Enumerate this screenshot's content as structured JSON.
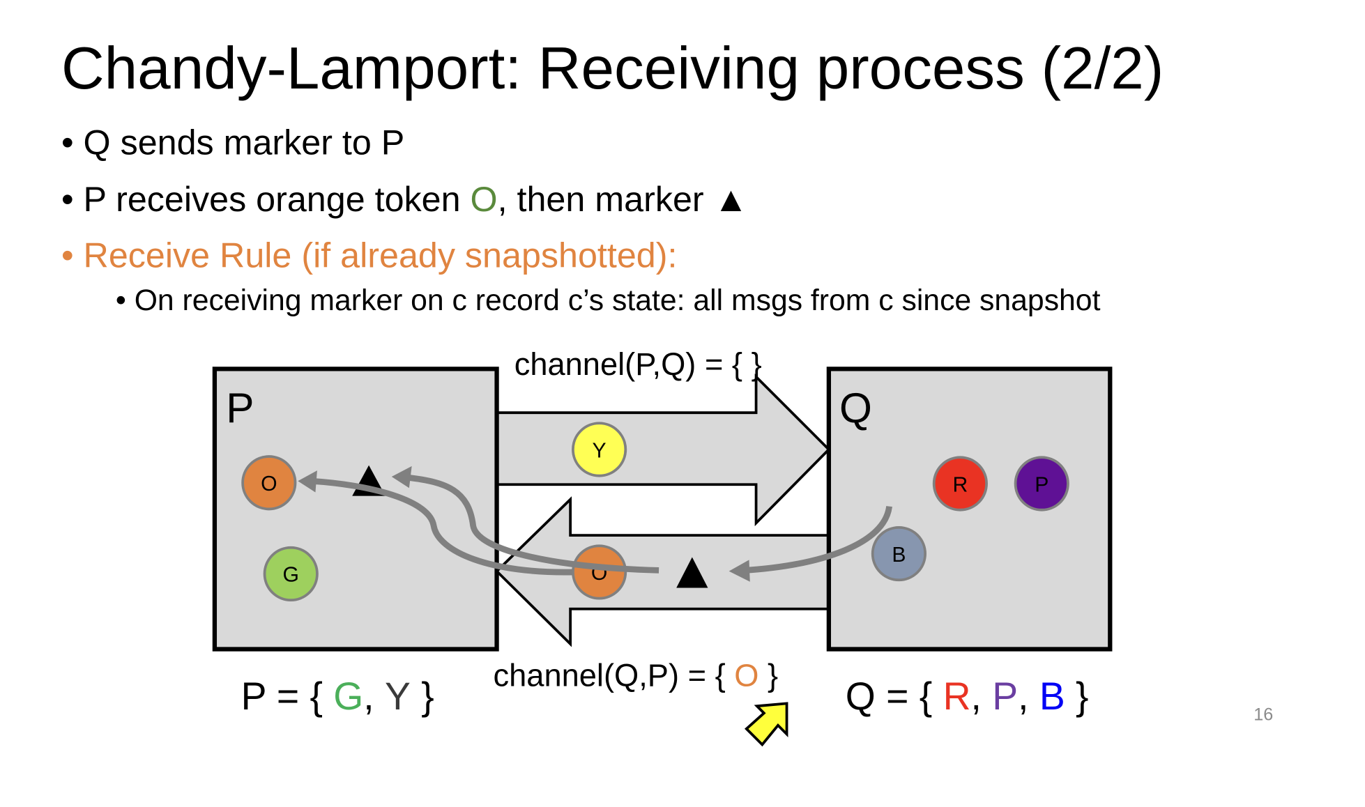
{
  "slide": {
    "title": "Chandy-Lamport: Receiving process (2/2)",
    "bullets": [
      {
        "text": "Q sends marker to P"
      },
      {
        "text_before": "P receives orange token ",
        "token": "O",
        "text_after": ", then marker ",
        "marker": "▲"
      },
      {
        "text": "Receive Rule (if already snapshotted):"
      }
    ],
    "sub_bullet": "On receiving marker on c record c’s state: all msgs from c since snapshot",
    "page_number": "16"
  },
  "diagram": {
    "process_p": {
      "label": "P",
      "tokens": [
        "O",
        "G"
      ]
    },
    "process_q": {
      "label": "Q",
      "tokens": [
        "R",
        "P",
        "B"
      ]
    },
    "channel_pq": {
      "label": "channel(P,Q) = { }",
      "tokens": [
        "Y"
      ]
    },
    "channel_qp": {
      "label_before": "channel(Q,P) = { ",
      "highlight": "O",
      "label_after": " }",
      "tokens": [
        "O"
      ],
      "marker": "▲"
    },
    "state_p": {
      "prefix": "P = { ",
      "items": [
        "G",
        "Y"
      ],
      "sep": ", ",
      "suffix": " }"
    },
    "state_q": {
      "prefix": "Q = { ",
      "items": [
        "R",
        "P",
        "B"
      ],
      "sep": ", ",
      "suffix": " }"
    }
  },
  "colors": {
    "orange": "#E08440",
    "green_token": "#9ED05E",
    "yellow": "#FFFF55",
    "red": "#E93323",
    "purple": "#5F1195",
    "blue_gray": "#8796AF",
    "box_fill": "#D9D9D9",
    "text_green": "#4BAF5A",
    "text_olive_green": "#5A8A3C",
    "text_red": "#E93323",
    "text_purple": "#6A3EA1",
    "text_blue": "#0000F5"
  }
}
